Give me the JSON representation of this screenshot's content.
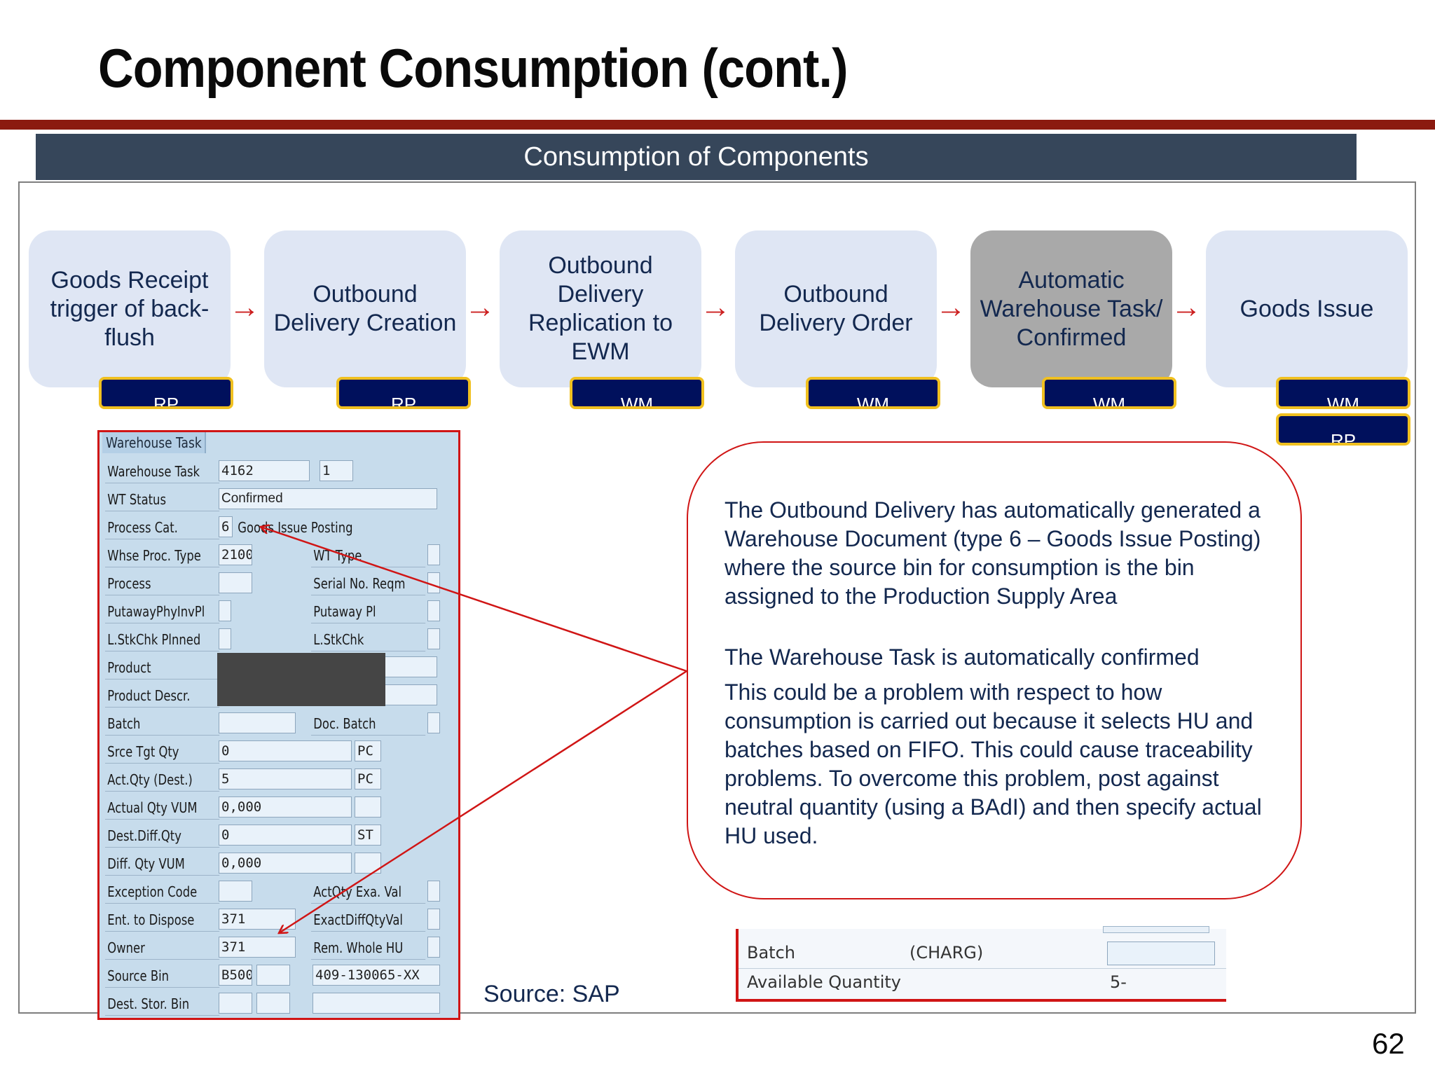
{
  "slide": {
    "title": "Component Consumption (cont.)",
    "banner": "Consumption of Components",
    "page_number": "62",
    "source": "Source: SAP"
  },
  "colors": {
    "rule": "#8b1a10",
    "banner": "#36465a",
    "step_fill": "#dfe6f4",
    "step_active": "#a9a9a9",
    "tag_fill": "#00105c",
    "tag_border": "#f0c020",
    "highlight": "#d01515",
    "text": "#13284f"
  },
  "process": {
    "arrow": "→",
    "steps": [
      {
        "label": "Goods Receipt trigger of back-flush",
        "tags": [
          "RP"
        ]
      },
      {
        "label": "Outbound Delivery Creation",
        "tags": [
          "RP"
        ]
      },
      {
        "label": "Outbound Delivery Replication to EWM",
        "tags": [
          "WM"
        ]
      },
      {
        "label": "Outbound Delivery Order",
        "tags": [
          "WM"
        ]
      },
      {
        "label": "Automatic Warehouse Task/ Confirmed",
        "tags": [
          "WM"
        ]
      },
      {
        "label": "Goods Issue",
        "tags": [
          "WM",
          "RP"
        ]
      }
    ]
  },
  "warehouse_task": {
    "tab": "Warehouse Task",
    "rows": [
      {
        "label": "Warehouse Task",
        "value": "4162",
        "extra": "1"
      },
      {
        "label": "WT Status",
        "value": "Confirmed"
      },
      {
        "label": "Process Cat.",
        "value": "6",
        "desc": "Goods Issue Posting"
      },
      {
        "label": "Whse Proc. Type",
        "value": "2100",
        "right_label": "WT Type"
      },
      {
        "label": "Process",
        "value": "",
        "right_label": "Serial No. Reqm"
      },
      {
        "label": "PutawayPhyInvPl",
        "value": "",
        "right_label": "Putaway Pl"
      },
      {
        "label": "L.StkChk Plnned",
        "value": "",
        "right_label": "L.StkChk"
      },
      {
        "label": "Product",
        "value": ""
      },
      {
        "label": "Product Descr.",
        "value": ""
      },
      {
        "label": "Batch",
        "value": "",
        "right_label": "Doc. Batch"
      },
      {
        "label": "Srce Tgt Qty",
        "value": "0",
        "unit": "PC"
      },
      {
        "label": "Act.Qty (Dest.)",
        "value": "5",
        "unit": "PC"
      },
      {
        "label": "Actual Qty VUM",
        "value": "0,000",
        "unit": ""
      },
      {
        "label": "Dest.Diff.Qty",
        "value": "0",
        "unit": "ST"
      },
      {
        "label": "Diff. Qty VUM",
        "value": "0,000",
        "unit": ""
      },
      {
        "label": "Exception Code",
        "value": "",
        "right_label": "ActQty Exa. Val"
      },
      {
        "label": "Ent. to Dispose",
        "value": "371",
        "right_label": "ExactDiffQtyVal"
      },
      {
        "label": "Owner",
        "value": "371",
        "right_label": "Rem. Whole HU"
      },
      {
        "label": "Source Bin",
        "value": "B500",
        "bin": "409-130065-XX"
      },
      {
        "label": "Dest. Stor. Bin",
        "value": ""
      }
    ]
  },
  "callout": {
    "paragraphs": [
      "The Outbound Delivery has automatically generated a Warehouse Document (type 6 – Goods Issue Posting) where the source bin for consumption is the bin assigned to the Production Supply Area",
      "The Warehouse Task is automatically confirmed",
      "This could be a problem with respect to how consumption is carried out because it selects HU and batches based on FIFO. This could cause traceability problems. To overcome this problem, post against neutral quantity (using a BAdI) and then specify actual HU used."
    ]
  },
  "batch_snippet": {
    "batch_label": "Batch",
    "batch_code": "(CHARG)",
    "qty_label": "Available Quantity",
    "qty_value": "5-"
  }
}
